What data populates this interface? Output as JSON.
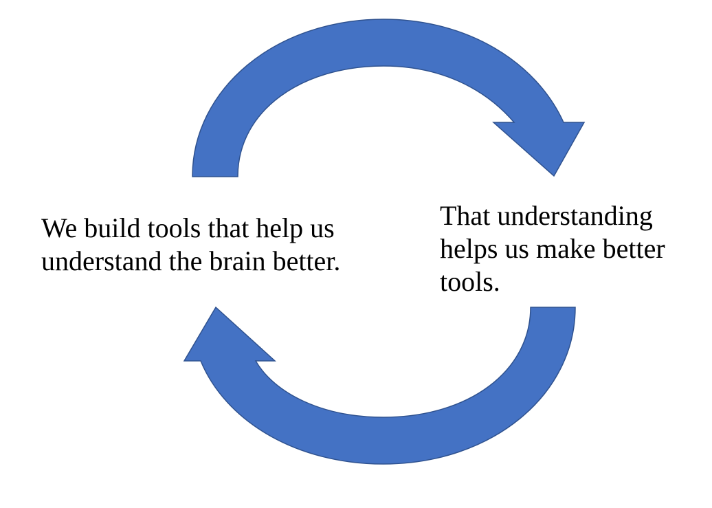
{
  "colors": {
    "background": "#ffffff",
    "arrow_fill": "#4472c4",
    "arrow_outline": "#2f528f",
    "text": "#000000"
  },
  "diagram": {
    "type": "cycle",
    "arrows": [
      {
        "name": "top-arrow",
        "direction": "clockwise",
        "from": "left-statement",
        "to": "right-statement"
      },
      {
        "name": "bottom-arrow",
        "direction": "clockwise",
        "from": "right-statement",
        "to": "left-statement"
      }
    ],
    "left_statement": {
      "lines": [
        "We build tools that help us",
        "understand the brain better."
      ]
    },
    "right_statement": {
      "lines": [
        "That understanding",
        "helps us make better",
        "tools."
      ]
    }
  }
}
